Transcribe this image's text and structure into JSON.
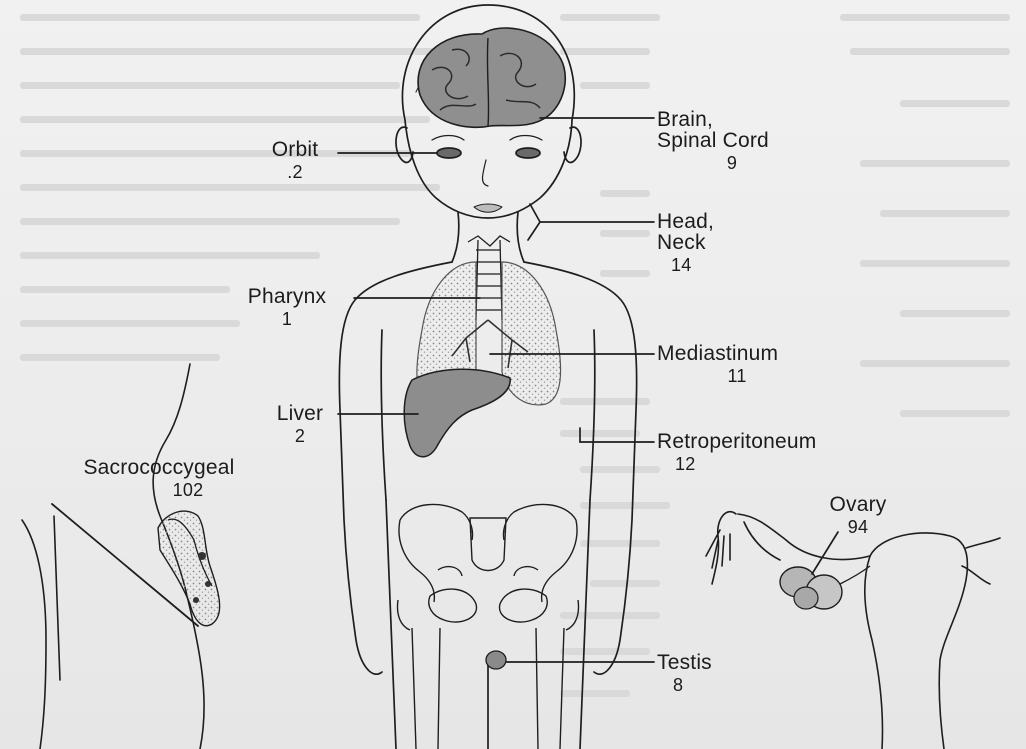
{
  "figure": {
    "labels": {
      "orbit": {
        "name": "Orbit",
        "count": ".2"
      },
      "brain": {
        "name1": "Brain,",
        "name2": "Spinal Cord",
        "count": "9"
      },
      "head_neck": {
        "name1": "Head,",
        "name2": "Neck",
        "count": "14"
      },
      "pharynx": {
        "name": "Pharynx",
        "count": "1"
      },
      "mediastinum": {
        "name": "Mediastinum",
        "count": "11"
      },
      "liver": {
        "name": "Liver",
        "count": "2"
      },
      "retroperitoneum": {
        "name": "Retroperitoneum",
        "count": "12"
      },
      "sacrococcygeal": {
        "name": "Sacrococcygeal",
        "count": "102"
      },
      "ovary": {
        "name": "Ovary",
        "count": "94"
      },
      "testis": {
        "name": "Testis",
        "count": "8"
      }
    }
  }
}
